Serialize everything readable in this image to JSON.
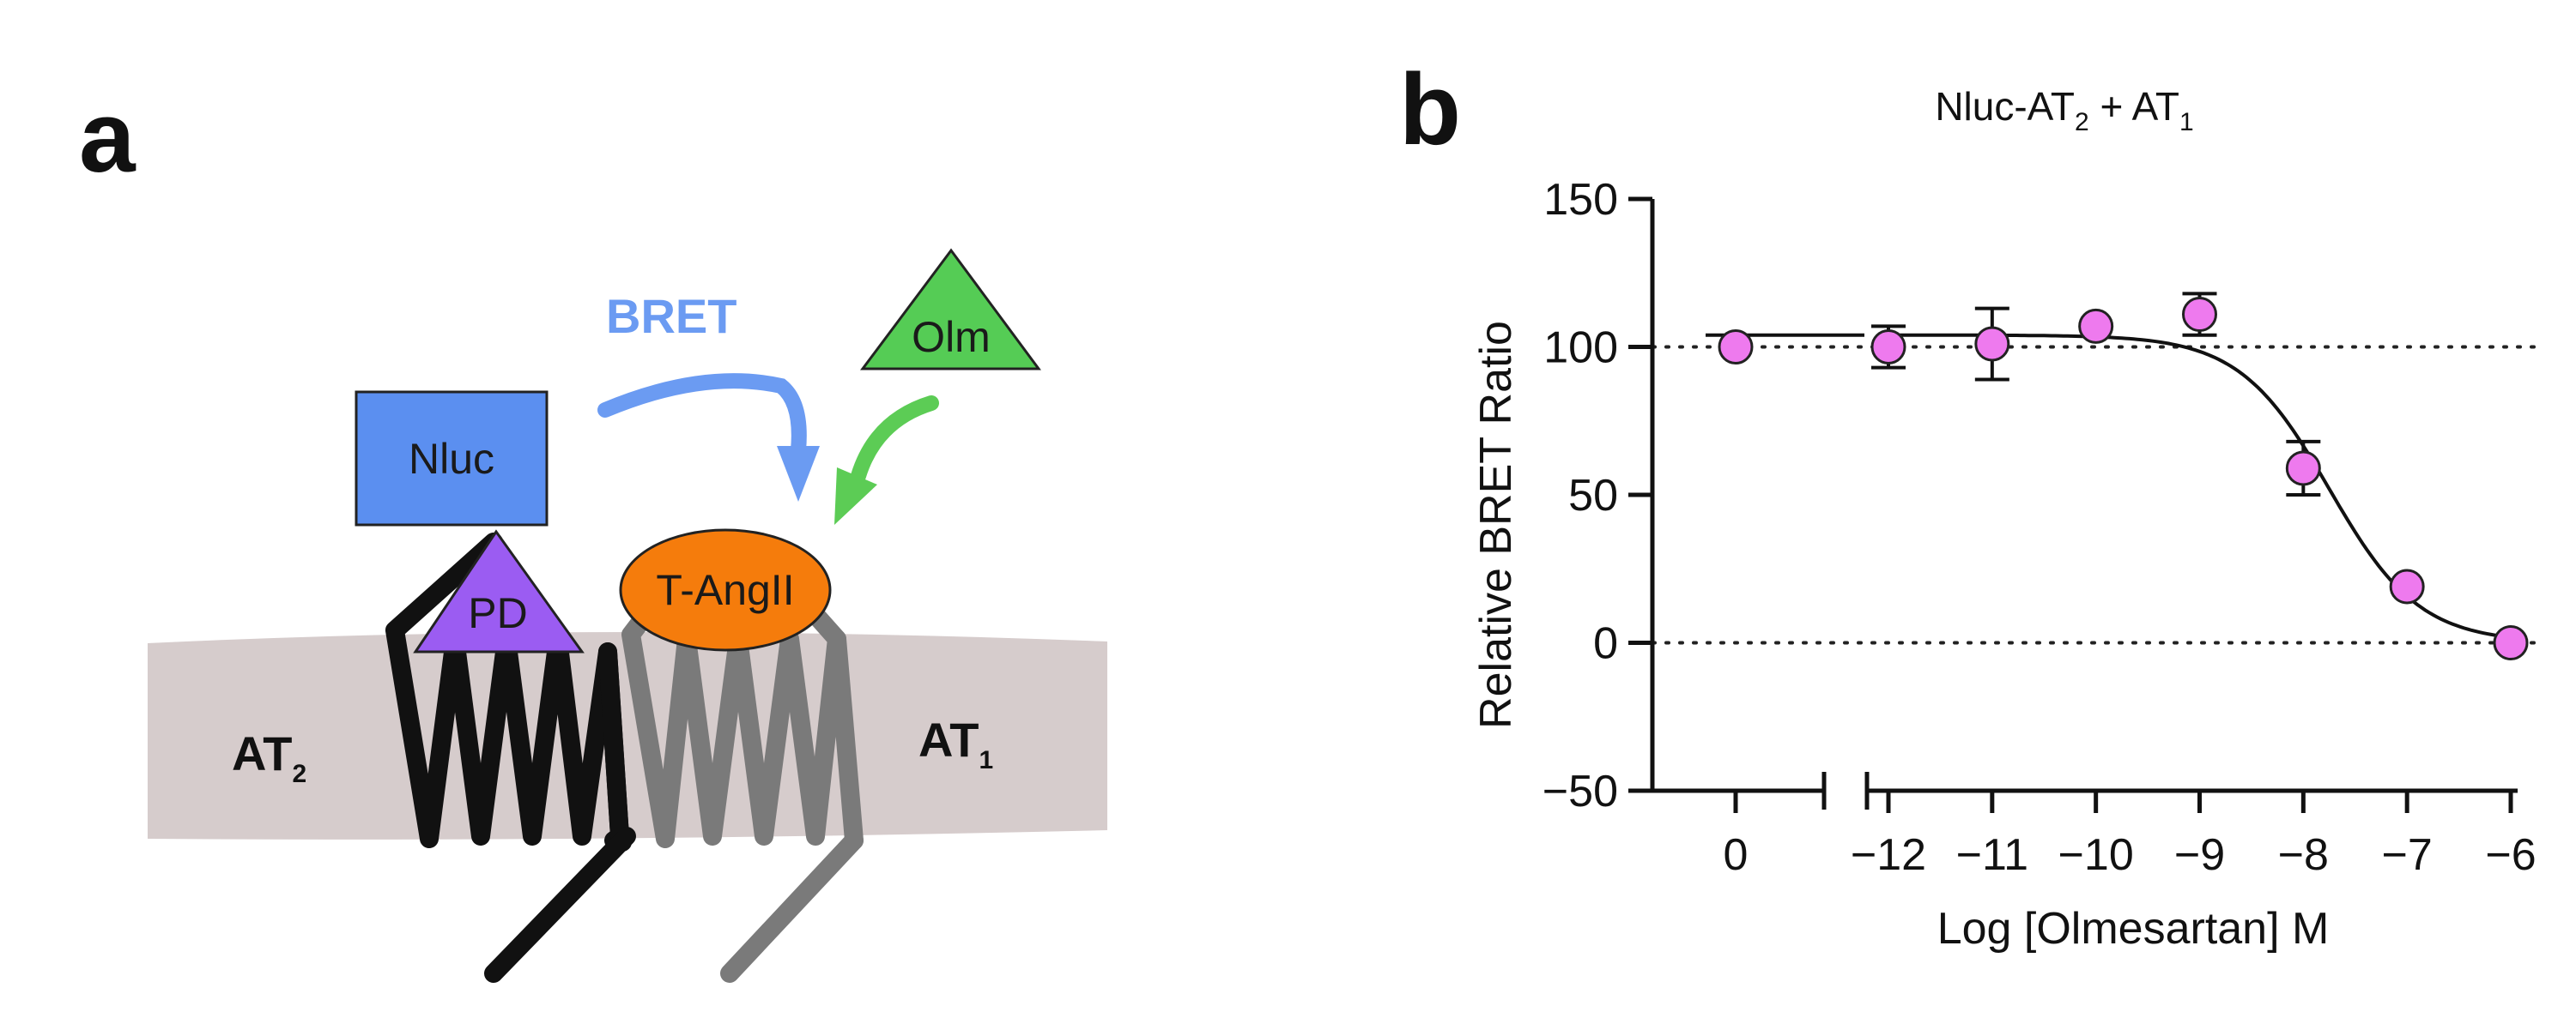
{
  "panel_a": {
    "letter": "a",
    "nluc_label": "Nluc",
    "pd_label": "PD",
    "tangii_label": "T-AngII",
    "olm_label": "Olm",
    "bret_label": "BRET",
    "at2_label": {
      "main": "AT",
      "sub": "2"
    },
    "at1_label": {
      "main": "AT",
      "sub": "1"
    }
  },
  "panel_b": {
    "letter": "b"
  },
  "colors": {
    "nluc_fill": "#5b8ff0",
    "pd_fill": "#9b5cf2",
    "tangii_fill": "#f57c0c",
    "olm_fill": "#55cc55",
    "bret_arrow": "#6b9bf2",
    "olm_arrow": "#5ccc55",
    "membrane": "#d6cccc",
    "receptor_at2": "#111111",
    "receptor_at1": "#7a7a7a",
    "marker_fill": "#ee7aee"
  },
  "chart_data": {
    "type": "scatter",
    "title": {
      "parts": [
        "Nluc-AT",
        "2",
        " + AT",
        "1"
      ]
    },
    "xlabel": "Log [Olmesartan] M",
    "ylabel": "Relative BRET Ratio",
    "ylim": [
      -50,
      150
    ],
    "yticks": [
      -50,
      0,
      50,
      100,
      150
    ],
    "ytick_labels": [
      "−50",
      "0",
      "50",
      "100",
      "150"
    ],
    "xticks": [
      0,
      -12,
      -11,
      -10,
      -9,
      -8,
      -7,
      -6
    ],
    "xtick_labels": [
      "0",
      "−12",
      "−11",
      "−10",
      "−9",
      "−8",
      "−7",
      "−6"
    ],
    "x_axis_break": "between 0 and -12",
    "reference_lines": [
      0,
      100
    ],
    "grid": false,
    "points": [
      {
        "x": 0,
        "y": 100,
        "err": 0
      },
      {
        "x": -12,
        "y": 100,
        "err": 7
      },
      {
        "x": -11,
        "y": 101,
        "err": 12
      },
      {
        "x": -10,
        "y": 107,
        "err": 0
      },
      {
        "x": -9,
        "y": 111,
        "err": 7
      },
      {
        "x": -8,
        "y": 59,
        "err": 9
      },
      {
        "x": -7,
        "y": 19,
        "err": 0
      },
      {
        "x": -6,
        "y": 0,
        "err": 0
      }
    ],
    "fit": {
      "top": 104,
      "bottom": 0,
      "log_ic50": -7.75,
      "hill": -1
    }
  }
}
